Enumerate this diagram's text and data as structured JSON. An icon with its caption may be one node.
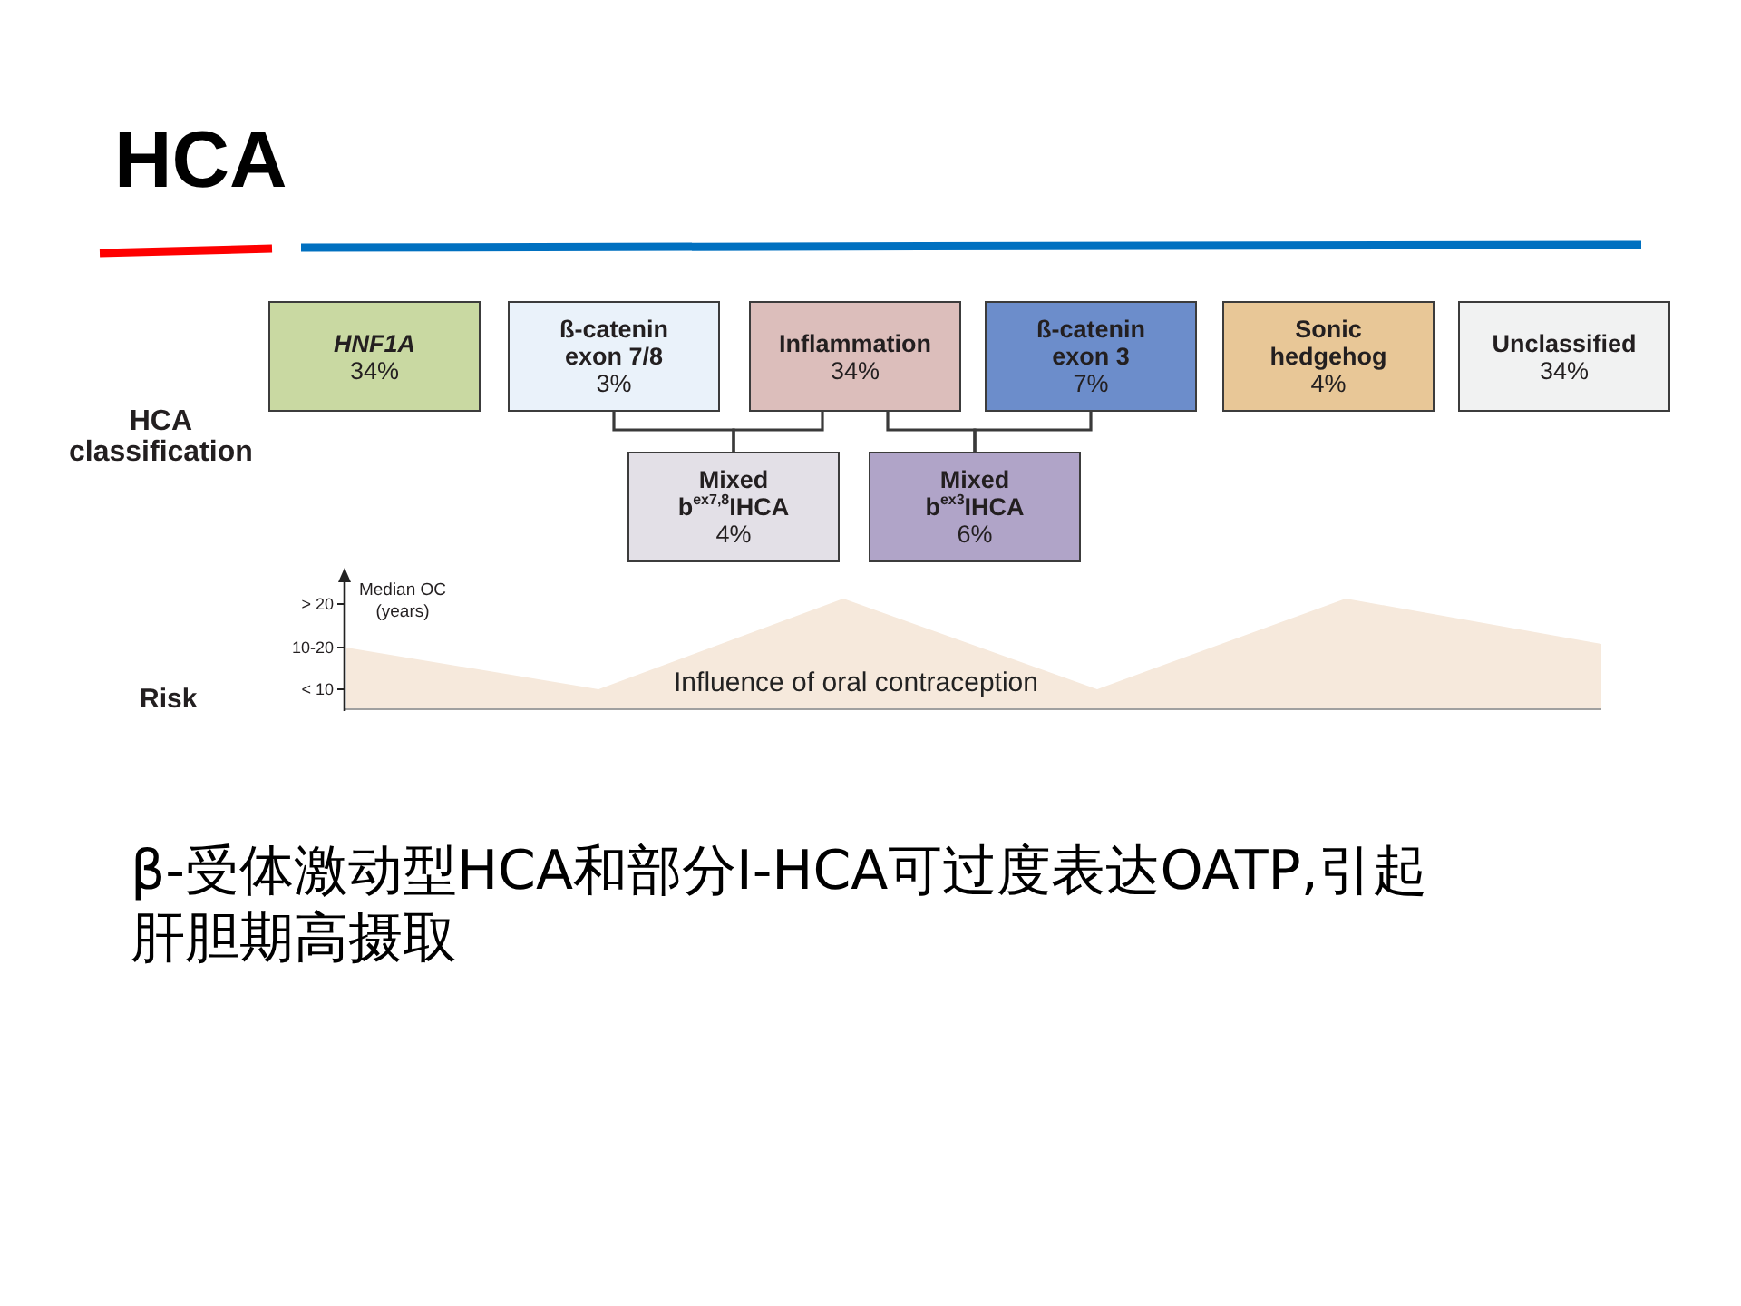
{
  "diagram": {
    "title": "HCA",
    "nodes": [
      {
        "text": [
          "HNF1A",
          "34%"
        ]
      },
      {
        "text": [
          "ß-catenin exon 7/8",
          "3%"
        ]
      },
      {
        "text": [
          "Inflammation",
          "34%"
        ]
      },
      {
        "text": [
          "ß-catenin exon 3",
          "7%"
        ]
      },
      {
        "text": [
          "Sonic hedgehog",
          "4%"
        ]
      },
      {
        "text": [
          "Unclassified",
          "34%"
        ]
      },
      {
        "text": [
          "Mixed b$^{ex7,8}$IHCA",
          "4%"
        ]
      },
      {
        "text": [
          "Mixed b$^{ex3}$IHCA",
          "6%"
        ]
      }
    ],
    "edges": [
      {
        "from": 1,
        "to": 6,
        "arrow": "none"
      },
      {
        "from": 2,
        "to": 6,
        "arrow": "none"
      },
      {
        "from": 2,
        "to": 7,
        "arrow": "none"
      },
      {
        "from": 3,
        "to": 7,
        "arrow": "none"
      }
    ],
    "labels": [
      "HCA classification",
      "Median OC (years)",
      "> 20",
      "10-20",
      "< 10",
      "Influence of oral contraception",
      "Risk"
    ],
    "caption": "β-受体激动型HCA和部分I-HCA可过度表达OATP,引起肝胆期高摄取"
  }
}
